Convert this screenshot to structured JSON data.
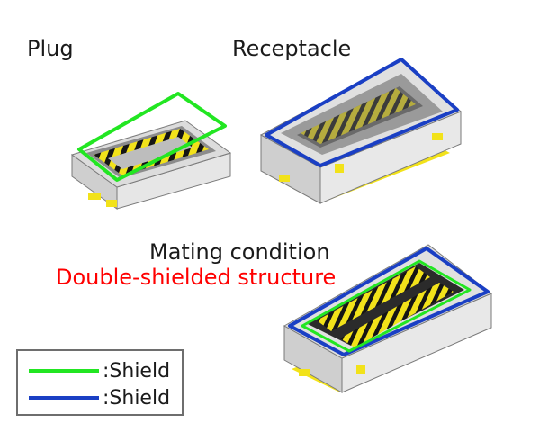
{
  "labels": {
    "plug": "Plug",
    "receptacle": "Receptacle",
    "mating": "Mating condition",
    "double": "Double-shielded structure"
  },
  "legend": [
    {
      "text": ":Shield",
      "color": "#22e622"
    },
    {
      "text": ":Shield",
      "color": "#1a3fc4"
    }
  ],
  "colors": {
    "shield_green": "#22e622",
    "shield_blue": "#1a3fc4",
    "contact_yellow": "#f2e21a",
    "contact_black": "#151515",
    "housing_gray": "#d9d9d9",
    "accent_red": "#ff0000"
  }
}
